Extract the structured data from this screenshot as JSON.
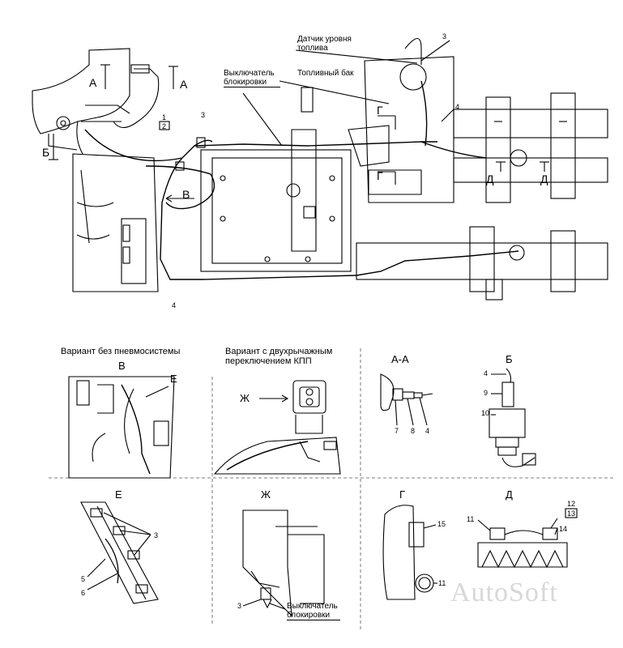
{
  "labels": {
    "fuel_level_sensor": "Датчик уровня топлива",
    "fuel_tank": "Топливный бак",
    "lock_switch_top": "Выключатель блокировки",
    "lock_switch_bottom": "Выключатель блокировки",
    "variant_no_pneumatic": "Вариант без пневмосистемы",
    "variant_two_lever": "Вариант с двухрычажным переключением КПП"
  },
  "views": {
    "A": "А",
    "B_side": "Б",
    "V": "В",
    "G": "Г",
    "D": "Д",
    "E": "Е",
    "Zh": "Ж",
    "AA": "А-А"
  },
  "callouts": {
    "n1": "1",
    "n2": "2",
    "n3": "3",
    "n4": "4",
    "n5": "5",
    "n6": "6",
    "n7": "7",
    "n8": "8",
    "n9": "9",
    "n10": "10",
    "n11": "11",
    "n12": "12",
    "n13": "13",
    "n14": "14",
    "n15": "15"
  },
  "watermark": "AutoSoft",
  "colors": {
    "ink": "#000000",
    "line_gray": "#555555",
    "watermark": "#d8d8d8"
  }
}
